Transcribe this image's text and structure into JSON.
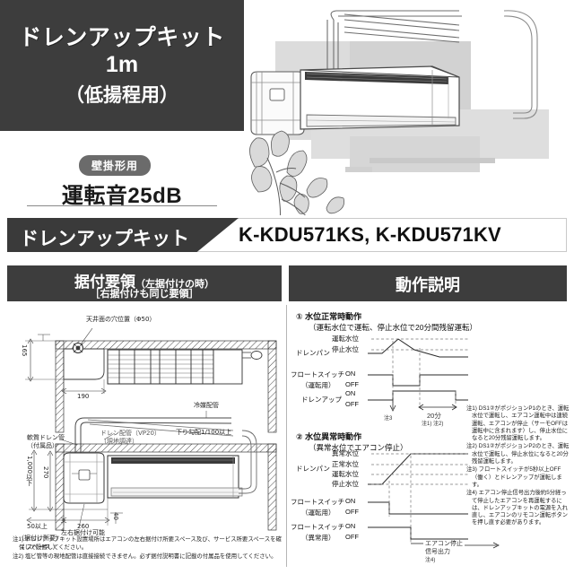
{
  "hero": {
    "title": "ドレンアップキット",
    "length": "1m",
    "subtitle": "（低揚程用）",
    "badge": "壁掛形用",
    "noise": "運転音25dB"
  },
  "model_bar": {
    "name": "ドレンアップキット",
    "codes": "K-KDU571KS, K-KDU571KV"
  },
  "sections": {
    "left": {
      "main": "据付要領",
      "main_paren": "（左据付けの時）",
      "sub": "［右据付けも同じ要領］"
    },
    "right": {
      "main": "動作説明"
    }
  },
  "install_diagram": {
    "labels": {
      "ceiling_hole": "天井面の穴位置（Φ50）",
      "dim_165": "165",
      "dim_190": "190",
      "dim_45": "45",
      "refrigerant_pipe": "冷媒配管",
      "slope": "下り勾配1/100以上",
      "drain_pipe_vp": "ドレン配管（VP20）",
      "drain_pipe_vp2": "（現地調達）",
      "soft_drain": "軟質ドレン管",
      "accessory": "（付属品）",
      "dim_1000": "1,000以下",
      "dim_270": "270",
      "dim_50": "50以上",
      "dim_260": "260",
      "dim_40": "40",
      "lr_mount": "左右据付け可能",
      "space1": "（据付け所要）",
      "space2": "（ スペース ）"
    }
  },
  "operation": {
    "diagram1": {
      "number": "①",
      "title": "水位正常時動作",
      "subtitle": "（運転水位で運転、停止水位で20分間残留運転）",
      "rows": [
        {
          "name": "ドレンパン",
          "levels": [
            "運転水位",
            "停止水位"
          ]
        },
        {
          "name": "フロートスイッチ",
          "name2": "（運転用）",
          "states": [
            "ON",
            "OFF"
          ]
        },
        {
          "name": "ドレンアップ",
          "states": [
            "ON",
            "OFF"
          ]
        }
      ],
      "marks": {
        "note3": "注3",
        "duration": "20分",
        "note12": "注1) 注2)"
      }
    },
    "diagram2": {
      "number": "②",
      "title": "水位異常時動作",
      "subtitle": "（異常水位でエアコン停止）",
      "rows": [
        {
          "name": "ドレンパン",
          "levels": [
            "異常水位",
            "正常水位",
            "運転水位",
            "停止水位"
          ]
        },
        {
          "name": "フロートスイッチ",
          "name2": "（運転用）",
          "states": [
            "ON",
            "OFF"
          ]
        },
        {
          "name": "フロートスイッチ",
          "name2": "（異常用）",
          "states": [
            "ON",
            "OFF"
          ]
        }
      ],
      "marks": {
        "stop_signal1": "エアコン停止",
        "stop_signal2": "信号出力",
        "note4": "注4)"
      }
    },
    "notes": [
      "注1) DS1②がポジションP1のとき、運転水位で運転し、エアコン運転中は連続運転、エアコンが停止（サーモOFFは運転中に含まれます）し、停止水位になると20分残留運転します。",
      "注2) DS1②がポジションP2のとき、運転水位で運転し、停止水位になると20分残留運転します。",
      "注3) フロートスイッチが5秒以上OFF（働く）とドレンアップが運転します。",
      "注4) エアコン停止信号出力後約5分経って停止したエアコンを再運転するには、ドレンアップキットの電源を入れ直し、エアコンのリモコン運転ボタンを押し直す必要があります。"
    ]
  },
  "bottom_notes": [
    "注1) ドレンアップキット設置場所はエアコンの左右据付け所要スペース及び、サービス所要スペースを確保して設置してください。",
    "注2) 塩ビ管等の現地配管は直接接続できません。必ず据付説明書に記載の付属品を使用してください。"
  ],
  "colors": {
    "dark": "#3d3d3d",
    "badge": "#6b6b6b",
    "line": "#1a1a1a"
  }
}
